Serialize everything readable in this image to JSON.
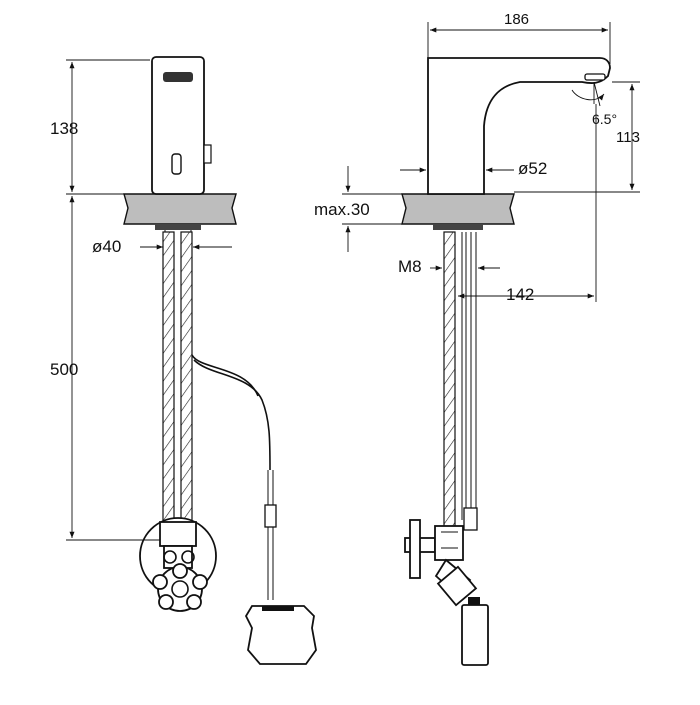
{
  "dimensions": {
    "front_height_above": "138",
    "front_pipe_length": "500",
    "front_thread_diameter": "ø40",
    "side_width": "186",
    "side_spout_height": "113",
    "side_spout_angle": "6.5°",
    "side_body_diameter": "ø52",
    "side_counter_thickness": "max.30",
    "side_thread": "M8",
    "side_reach": "142"
  }
}
